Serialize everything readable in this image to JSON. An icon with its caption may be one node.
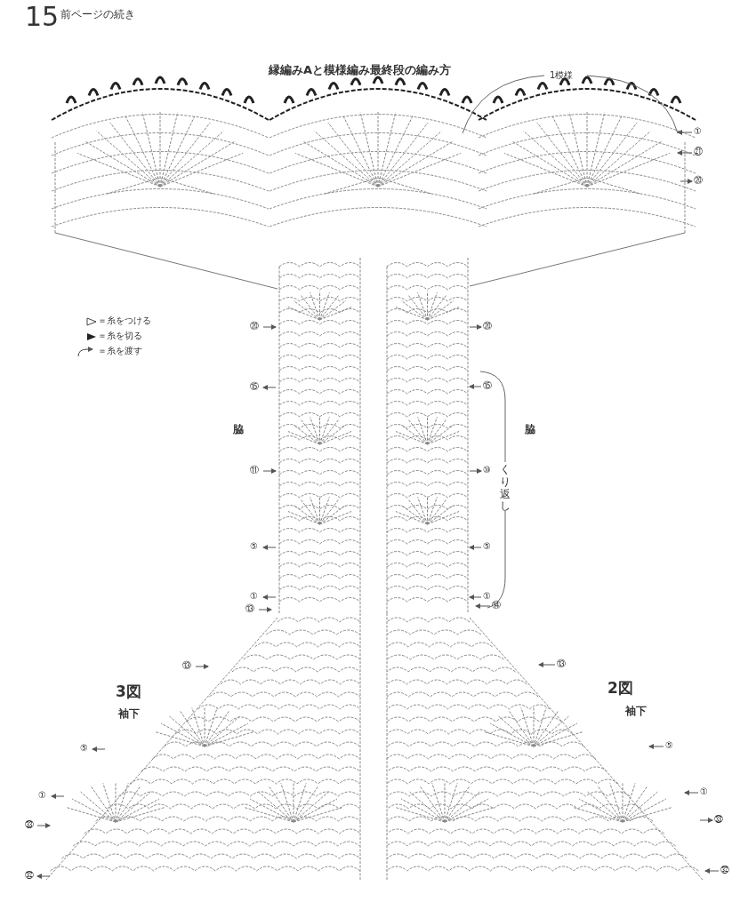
{
  "diagram": {
    "title": "縁編みAと模様編み最終段の編み方",
    "labels": [
      "15",
      "前ページの続き",
      "1模様",
      "①",
      "㉑",
      "⑳",
      "⑳",
      "⑳",
      "⑮",
      "⑮",
      "脇",
      "脇",
      "くり返し",
      "⑪",
      "⑩",
      "⑤",
      "⑤",
      "①",
      "①",
      "⑬",
      "⑭",
      "⑬",
      "⑬",
      "3図",
      "2図",
      "袖下",
      "袖下",
      "⑤",
      "⑤",
      "①",
      "①",
      "㉝",
      "㉝",
      "㉜",
      "㉜"
    ],
    "legend": [
      {
        "text": "＝糸をつける"
      },
      {
        "text": "＝糸を切る"
      },
      {
        "text": "＝糸を渡す"
      }
    ]
  }
}
